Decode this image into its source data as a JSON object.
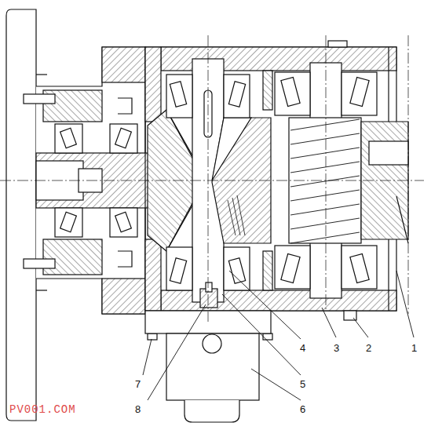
{
  "diagram": {
    "labels": [
      "1",
      "2",
      "3",
      "4",
      "5",
      "6",
      "7",
      "8",
      "PV001.COM"
    ]
  }
}
